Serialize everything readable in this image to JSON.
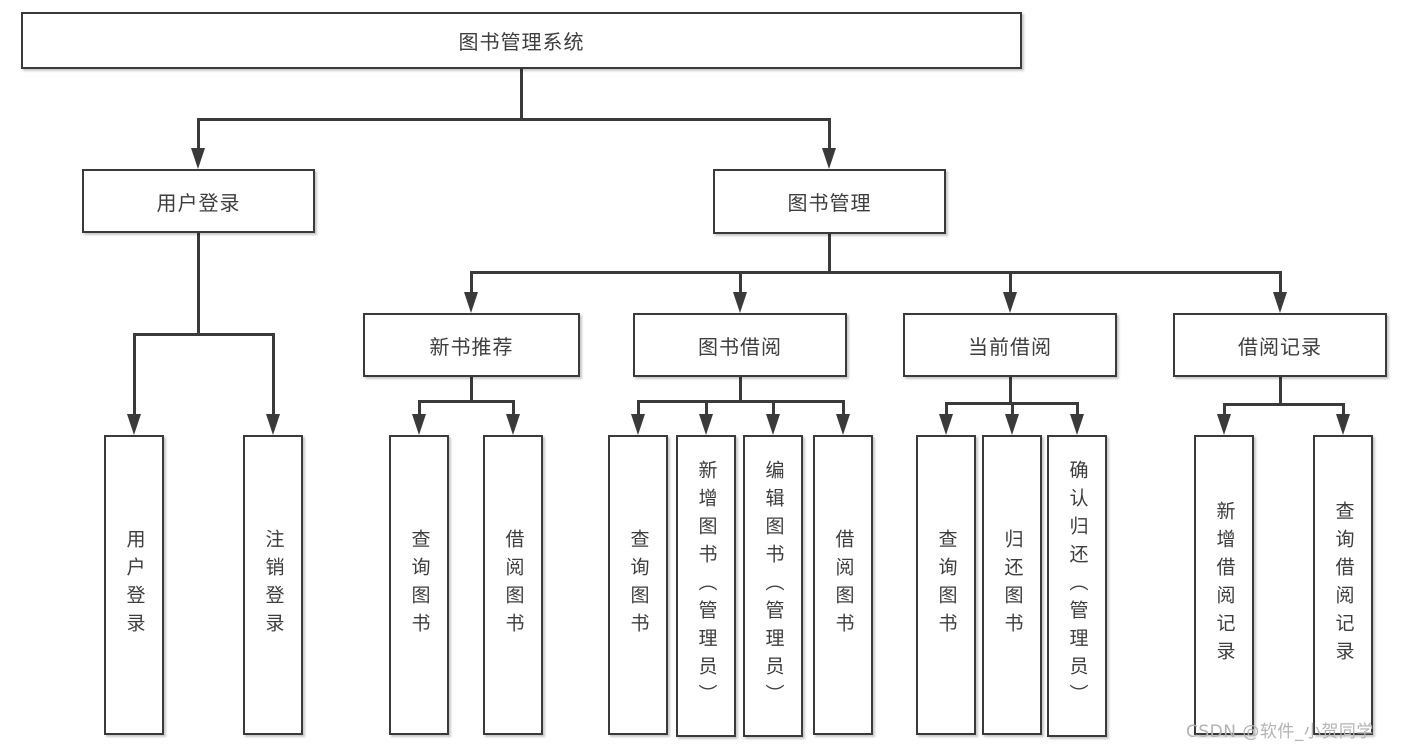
{
  "diagram": {
    "type": "hierarchy-tree",
    "root": {
      "label": "图书管理系统"
    },
    "level2": {
      "user_login": {
        "label": "用户登录"
      },
      "book_mgmt": {
        "label": "图书管理"
      }
    },
    "level3": {
      "new_book": {
        "label": "新书推荐",
        "parent": "图书管理"
      },
      "book_borrow": {
        "label": "图书借阅",
        "parent": "图书管理"
      },
      "current_borrow": {
        "label": "当前借阅",
        "parent": "图书管理"
      },
      "borrow_records": {
        "label": "借阅记录",
        "parent": "图书管理"
      }
    },
    "leaves": [
      {
        "label": "用户登录",
        "parent": "用户登录"
      },
      {
        "label": "注销登录",
        "parent": "用户登录"
      },
      {
        "label": "查询图书",
        "parent": "新书推荐"
      },
      {
        "label": "借阅图书",
        "parent": "新书推荐"
      },
      {
        "label": "查询图书",
        "parent": "图书借阅"
      },
      {
        "label": "新增图书（管理员）",
        "parent": "图书借阅"
      },
      {
        "label": "编辑图书（管理员）",
        "parent": "图书借阅"
      },
      {
        "label": "借阅图书",
        "parent": "图书借阅"
      },
      {
        "label": "查询图书",
        "parent": "当前借阅"
      },
      {
        "label": "归还图书",
        "parent": "当前借阅"
      },
      {
        "label": "确认归还（管理员）",
        "parent": "当前借阅"
      },
      {
        "label": "新增借阅记录",
        "parent": "借阅记录"
      },
      {
        "label": "查询借阅记录",
        "parent": "借阅记录"
      }
    ]
  },
  "watermark": {
    "text": "CSDN @软件_小贺同学"
  },
  "colors": {
    "line": "#3a3a3a",
    "box_border": "#3a3a3a",
    "text": "#3d3d3d",
    "watermark": "#b3b3b3",
    "background": "#ffffff"
  }
}
